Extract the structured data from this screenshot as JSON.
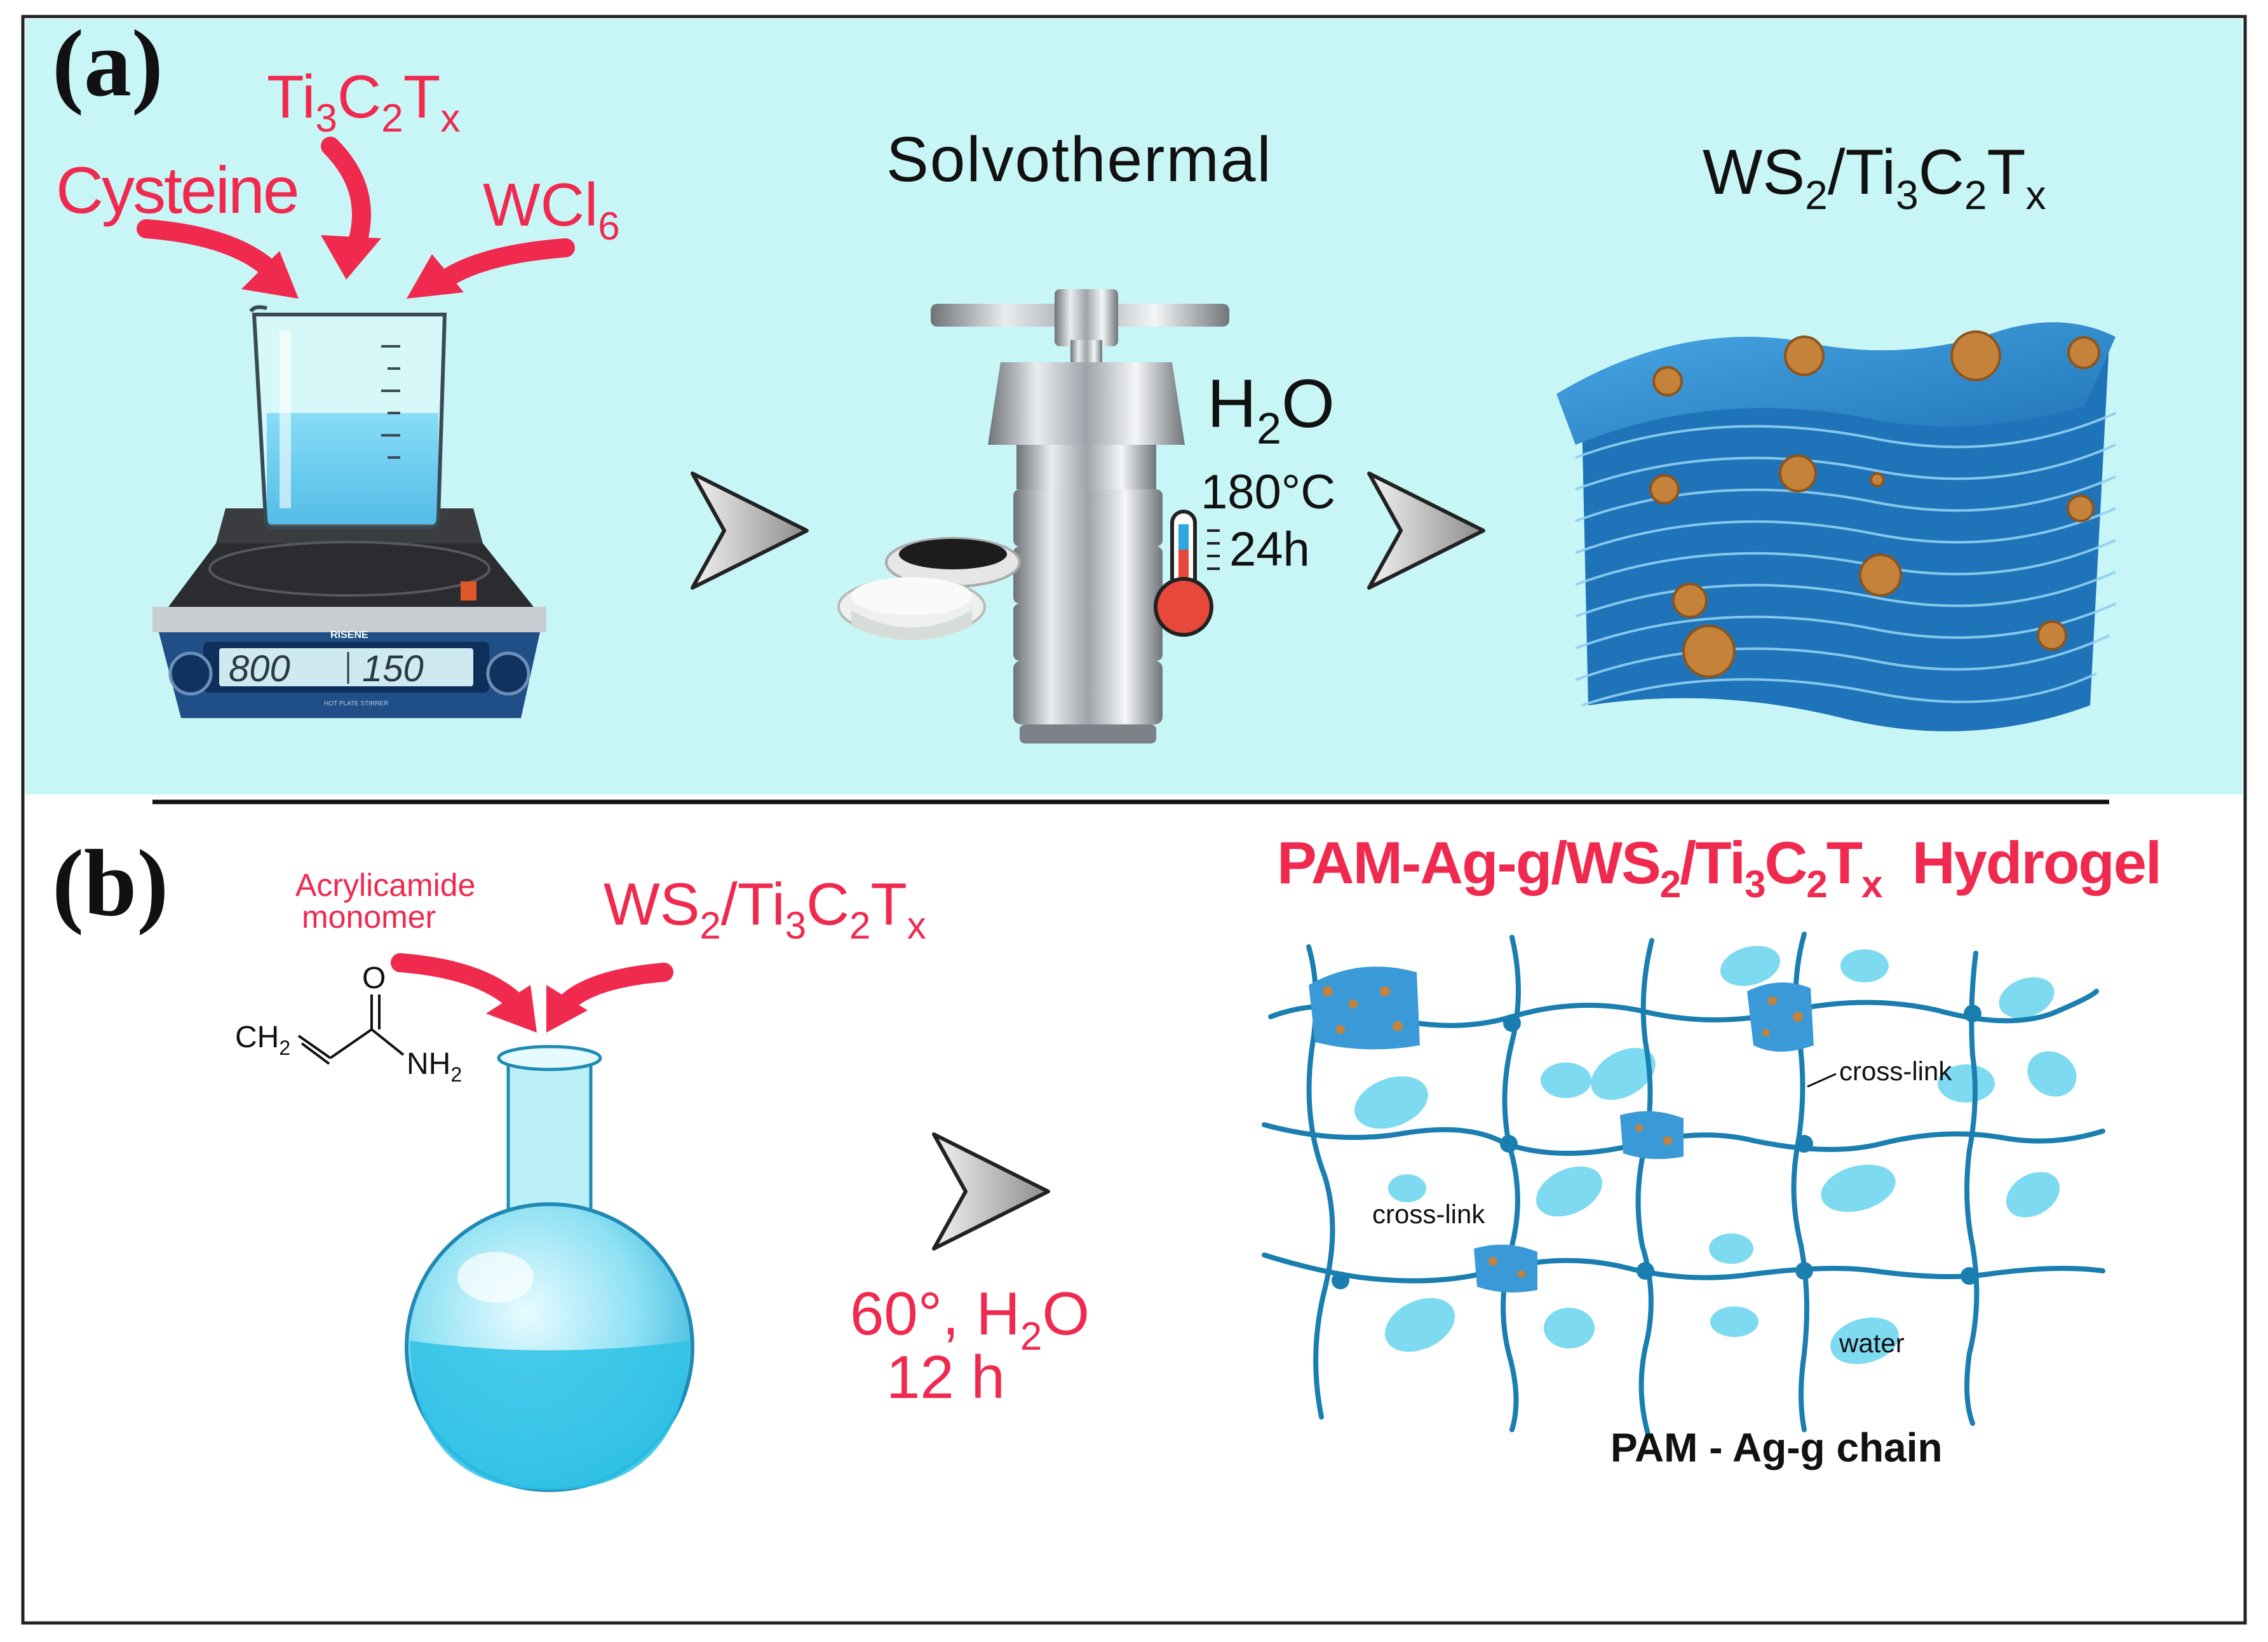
{
  "panel_a": {
    "label": "(a)",
    "reagents": {
      "ti": {
        "base": "Ti",
        "sub1": "3",
        "mid": "C",
        "sub2": "2",
        "end": "T",
        "sub3": "x"
      },
      "cysteine": "Cysteine",
      "wcl": {
        "base": "WCl",
        "sub": "6"
      }
    },
    "hotplate": {
      "display_left": "800",
      "display_right": "150",
      "brand": "RISENE",
      "model": "HOT PLATE STIRRER"
    },
    "step_title": "Solvothermal",
    "conditions": {
      "solvent": {
        "base": "H",
        "sub": "2",
        "end": "O"
      },
      "temperature": "180°C",
      "time": "24h"
    },
    "product": {
      "base": "WS",
      "sub1": "2",
      "mid1": "/Ti",
      "sub2": "3",
      "mid2": "C",
      "sub3": "2",
      "mid3": "T",
      "sub4": "x"
    }
  },
  "panel_b": {
    "label": "(b)",
    "monomer_label": {
      "line1": "Acrylicamide",
      "line2": "monomer"
    },
    "additive": {
      "base": "WS",
      "sub1": "2",
      "mid1": "/Ti",
      "sub2": "3",
      "mid2": "C",
      "sub3": "2",
      "mid3": "T",
      "sub4": "x"
    },
    "molecule": {
      "ch2": "CH",
      "ch2_sub": "2",
      "o": "O",
      "nh2": "NH",
      "nh2_sub": "2"
    },
    "conditions": {
      "line1_pre": "60°, H",
      "line1_sub": "2",
      "line1_post": "O",
      "line2": "12 h"
    },
    "product_title": {
      "pre": "PAM-Ag-g/WS",
      "sub1": "2",
      "mid1": "/Ti",
      "sub2": "3",
      "mid2": "C",
      "sub3": "2",
      "mid3": "T",
      "sub4": "x",
      "post": "  Hydrogel"
    },
    "network_labels": {
      "crosslink_right": "cross-link",
      "crosslink_left": "cross-link",
      "water": "water",
      "chain": "PAM - Ag-g chain"
    }
  },
  "colors": {
    "accent_red": "#f0294f",
    "panel_a_bg": "#c8f6f6",
    "network_blue": "#1a7fb0",
    "water_blue": "#7ddaf0",
    "sheet_blue": "#3a9ad8"
  }
}
